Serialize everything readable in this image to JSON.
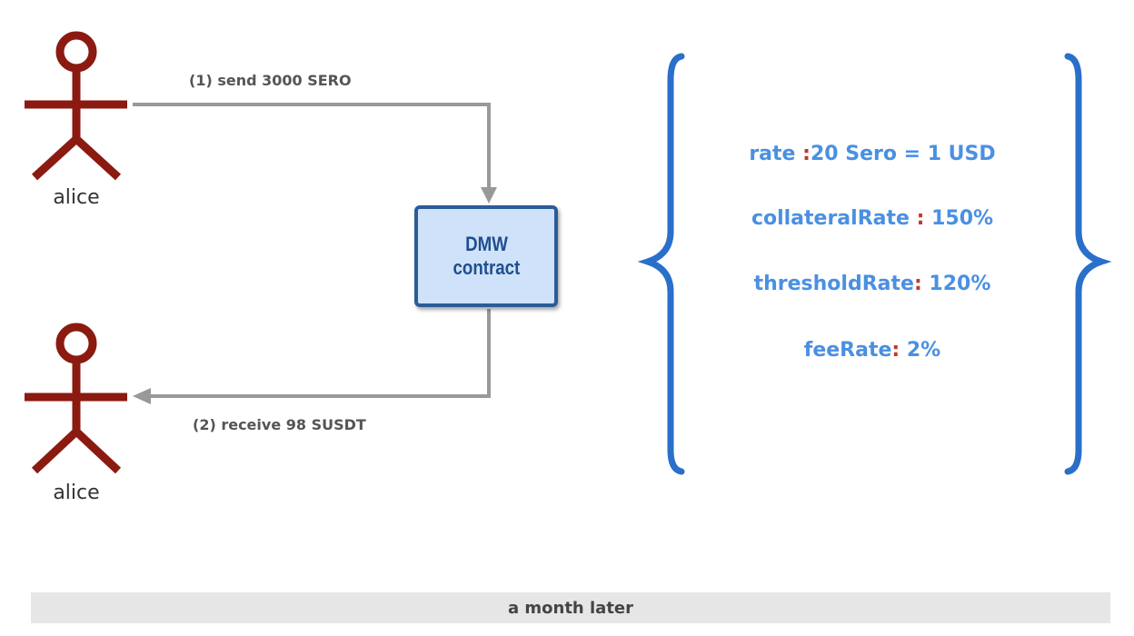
{
  "actors": [
    {
      "label": "alice"
    },
    {
      "label": "alice"
    }
  ],
  "arrows": [
    {
      "label": "(1) send 3000 SERO"
    },
    {
      "label": "(2) receive 98 SUSDT"
    }
  ],
  "contract": {
    "line1": "DMW",
    "line2": "contract"
  },
  "params": [
    {
      "name": "rate",
      "value": "20 Sero = 1 USD"
    },
    {
      "name": "collateralRate",
      "value": "150%"
    },
    {
      "name": "thresholdRate",
      "value": "120%"
    },
    {
      "name": "feeRate",
      "value": "2%"
    }
  ],
  "colon": ":",
  "footer": {
    "text": "a month later"
  },
  "colors": {
    "actor": "#8b1a10",
    "arrow": "#999999",
    "brace": "#2a6fc9",
    "param_text": "#4a90e2",
    "colon": "#c0392b",
    "contract_fill": "#cfe2f9",
    "contract_border": "#2b5c99"
  }
}
